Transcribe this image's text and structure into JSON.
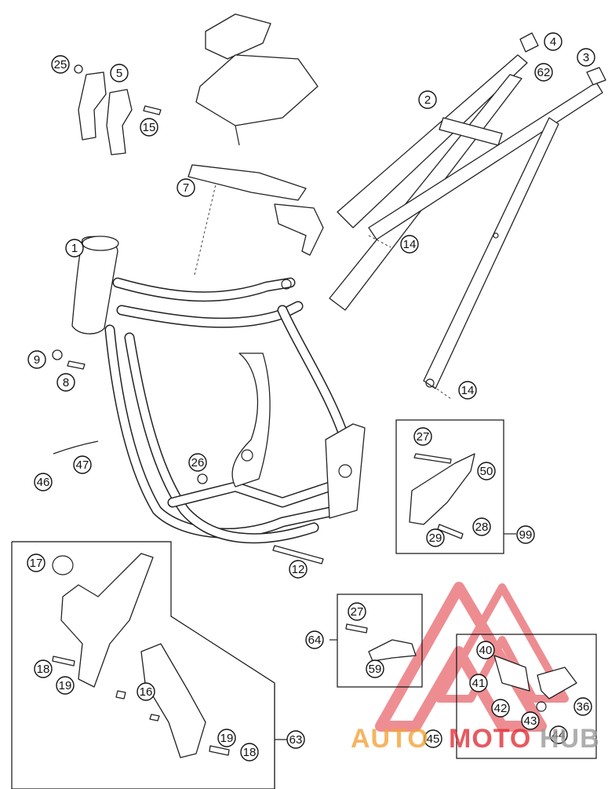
{
  "callouts": [
    {
      "id": "c1",
      "label": "1"
    },
    {
      "id": "c2",
      "label": "2"
    },
    {
      "id": "c3",
      "label": "3"
    },
    {
      "id": "c4",
      "label": "4"
    },
    {
      "id": "c5",
      "label": "5"
    },
    {
      "id": "c7",
      "label": "7"
    },
    {
      "id": "c8",
      "label": "8"
    },
    {
      "id": "c9",
      "label": "9"
    },
    {
      "id": "c12",
      "label": "12"
    },
    {
      "id": "c14a",
      "label": "14"
    },
    {
      "id": "c14b",
      "label": "14"
    },
    {
      "id": "c15",
      "label": "15"
    },
    {
      "id": "c16",
      "label": "16"
    },
    {
      "id": "c17",
      "label": "17"
    },
    {
      "id": "c18a",
      "label": "18"
    },
    {
      "id": "c18b",
      "label": "18"
    },
    {
      "id": "c19a",
      "label": "19"
    },
    {
      "id": "c19b",
      "label": "19"
    },
    {
      "id": "c25",
      "label": "25"
    },
    {
      "id": "c26",
      "label": "26"
    },
    {
      "id": "c27a",
      "label": "27"
    },
    {
      "id": "c27b",
      "label": "27"
    },
    {
      "id": "c28",
      "label": "28"
    },
    {
      "id": "c29",
      "label": "29"
    },
    {
      "id": "c36",
      "label": "36"
    },
    {
      "id": "c40",
      "label": "40"
    },
    {
      "id": "c41",
      "label": "41"
    },
    {
      "id": "c42",
      "label": "42"
    },
    {
      "id": "c43",
      "label": "43"
    },
    {
      "id": "c44",
      "label": "44"
    },
    {
      "id": "c45",
      "label": "45"
    },
    {
      "id": "c46",
      "label": "46"
    },
    {
      "id": "c47",
      "label": "47"
    },
    {
      "id": "c50",
      "label": "50"
    },
    {
      "id": "c59",
      "label": "59"
    },
    {
      "id": "c62",
      "label": "62"
    },
    {
      "id": "c63",
      "label": "63"
    },
    {
      "id": "c64",
      "label": "64"
    },
    {
      "id": "c99",
      "label": "99"
    }
  ],
  "watermark": {
    "text_left": "AUTO",
    "text_mid": "MOTO",
    "text_right": "HUB",
    "color_orange": "#f5a33a",
    "color_red": "#e0313a",
    "color_gray": "#9a9a9a"
  }
}
